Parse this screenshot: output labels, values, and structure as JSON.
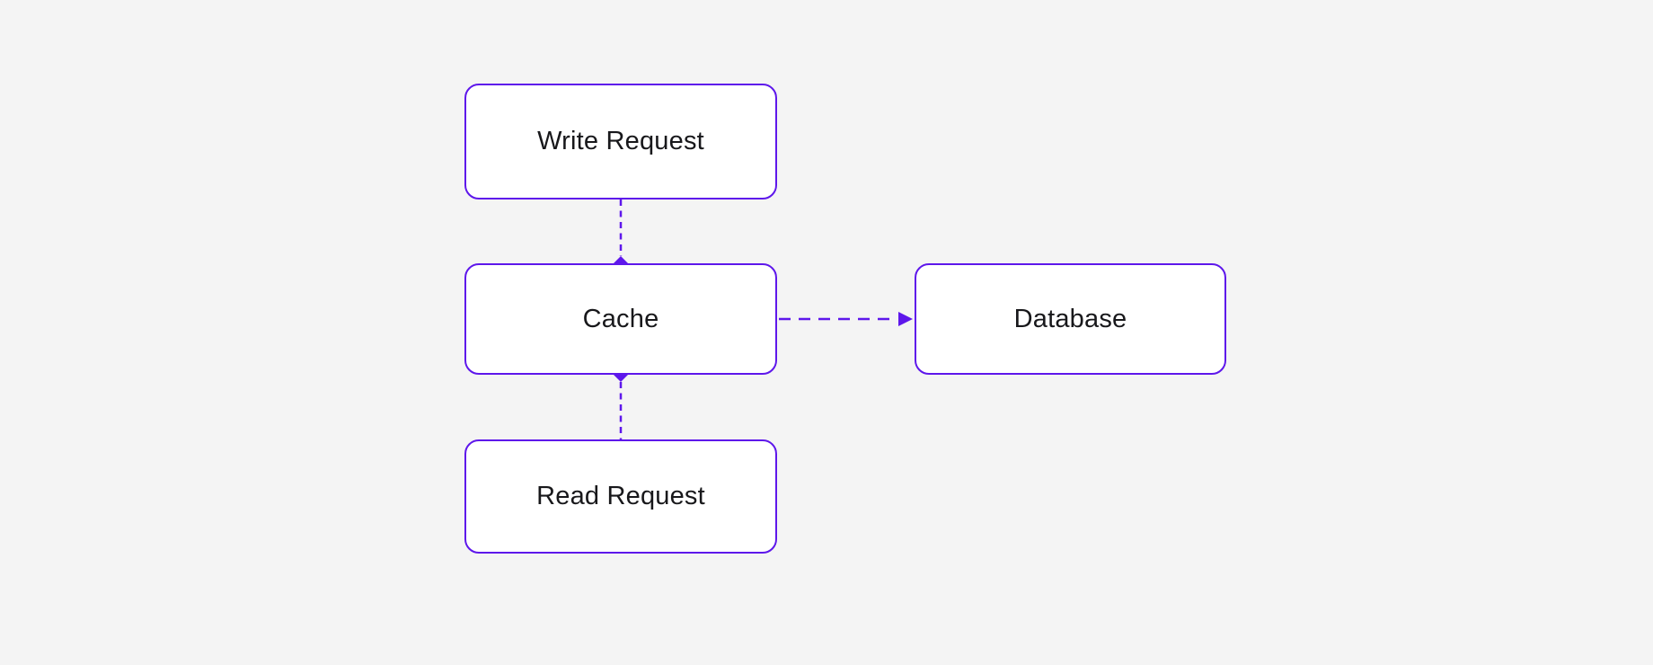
{
  "theme": {
    "background": "#f4f4f4",
    "accent": "#5e17eb",
    "node-fill": "#ffffff",
    "text-color": "#18181b"
  },
  "diagram": {
    "type": "flowchart",
    "nodes": [
      {
        "id": "write-request",
        "label": "Write Request"
      },
      {
        "id": "cache",
        "label": "Cache"
      },
      {
        "id": "read-request",
        "label": "Read Request"
      },
      {
        "id": "database",
        "label": "Database"
      }
    ],
    "edges": [
      {
        "from": "write-request",
        "to": "cache",
        "line": "dashed",
        "end_marker": "diamond-at-cache-top"
      },
      {
        "from": "cache",
        "to": "read-request",
        "line": "dashed",
        "end_marker": "diamond-at-cache-bottom"
      },
      {
        "from": "cache",
        "to": "database",
        "line": "dashed",
        "end_marker": "arrowhead-at-database"
      }
    ]
  }
}
